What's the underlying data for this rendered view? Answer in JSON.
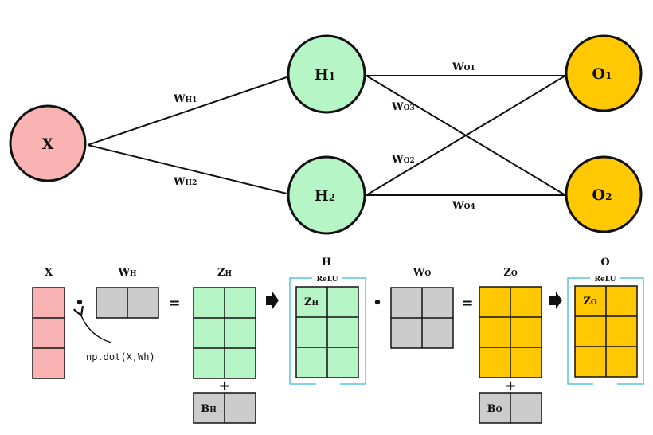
{
  "nodes": {
    "x": {
      "label": "X",
      "color": "#f9b3b3"
    },
    "h1": {
      "label": "H",
      "sub": "1",
      "color": "#b6f5c6"
    },
    "h2": {
      "label": "H",
      "sub": "2",
      "color": "#b6f5c6"
    },
    "o1": {
      "label": "O",
      "sub": "1",
      "color": "#ffc800"
    },
    "o2": {
      "label": "O",
      "sub": "2",
      "color": "#ffc800"
    }
  },
  "edges": {
    "wh1": {
      "label": "W",
      "sub": "H1"
    },
    "wh2": {
      "label": "W",
      "sub": "H2"
    },
    "wo1": {
      "label": "W",
      "sub": "O1"
    },
    "wo2": {
      "label": "W",
      "sub": "O2"
    },
    "wo3": {
      "label": "W",
      "sub": "O3"
    },
    "wo4": {
      "label": "W",
      "sub": "O4"
    }
  },
  "matrices": {
    "x": {
      "title": "X",
      "color": "#f9b3b3"
    },
    "wh": {
      "title": "W",
      "title_sub": "H",
      "color": "#cccccc"
    },
    "zh": {
      "title": "Z",
      "title_sub": "H",
      "color": "#b6f5c6"
    },
    "h": {
      "title": "H",
      "activation": "ReLU",
      "inner": "Z",
      "inner_sub": "H",
      "color": "#b6f5c6"
    },
    "wo": {
      "title": "W",
      "title_sub": "O",
      "color": "#cccccc"
    },
    "zo": {
      "title": "Z",
      "title_sub": "O",
      "color": "#ffc800"
    },
    "o": {
      "title": "O",
      "activation": "ReLU",
      "inner": "Z",
      "inner_sub": "O",
      "color": "#ffc800"
    },
    "bh": {
      "label": "B",
      "sub": "H",
      "color": "#cccccc"
    },
    "bo": {
      "label": "B",
      "sub": "O",
      "color": "#cccccc"
    }
  },
  "operators": {
    "dot": "•",
    "equals": "=",
    "plus": "+"
  },
  "annotation": {
    "code": "np.dot(X,Wh)"
  },
  "colors": {
    "activation_box": "#55c6e6"
  }
}
